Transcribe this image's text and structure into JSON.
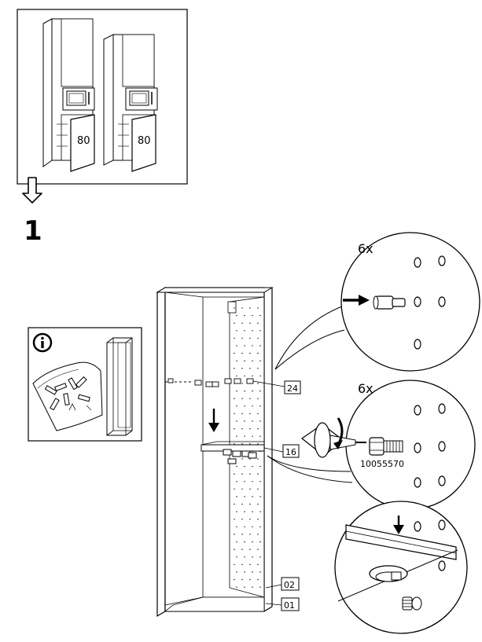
{
  "overview": {
    "cabinet_left_label": "80",
    "cabinet_right_label": "80"
  },
  "step": {
    "number": "1"
  },
  "info_box": {
    "icon": "info-icon"
  },
  "callouts": {
    "label_24": "24",
    "label_16": "16",
    "label_02": "02",
    "label_01": "01"
  },
  "detail_top": {
    "quantity": "6x"
  },
  "detail_middle": {
    "quantity": "6x",
    "part_number": "10055570"
  },
  "icons": {
    "step_arrow": "outline-down-arrow-icon",
    "push_arrow": "black-arrow-icon",
    "screwdriver": "screwdriver-icon",
    "rotate": "rotate-arrow-icon"
  }
}
